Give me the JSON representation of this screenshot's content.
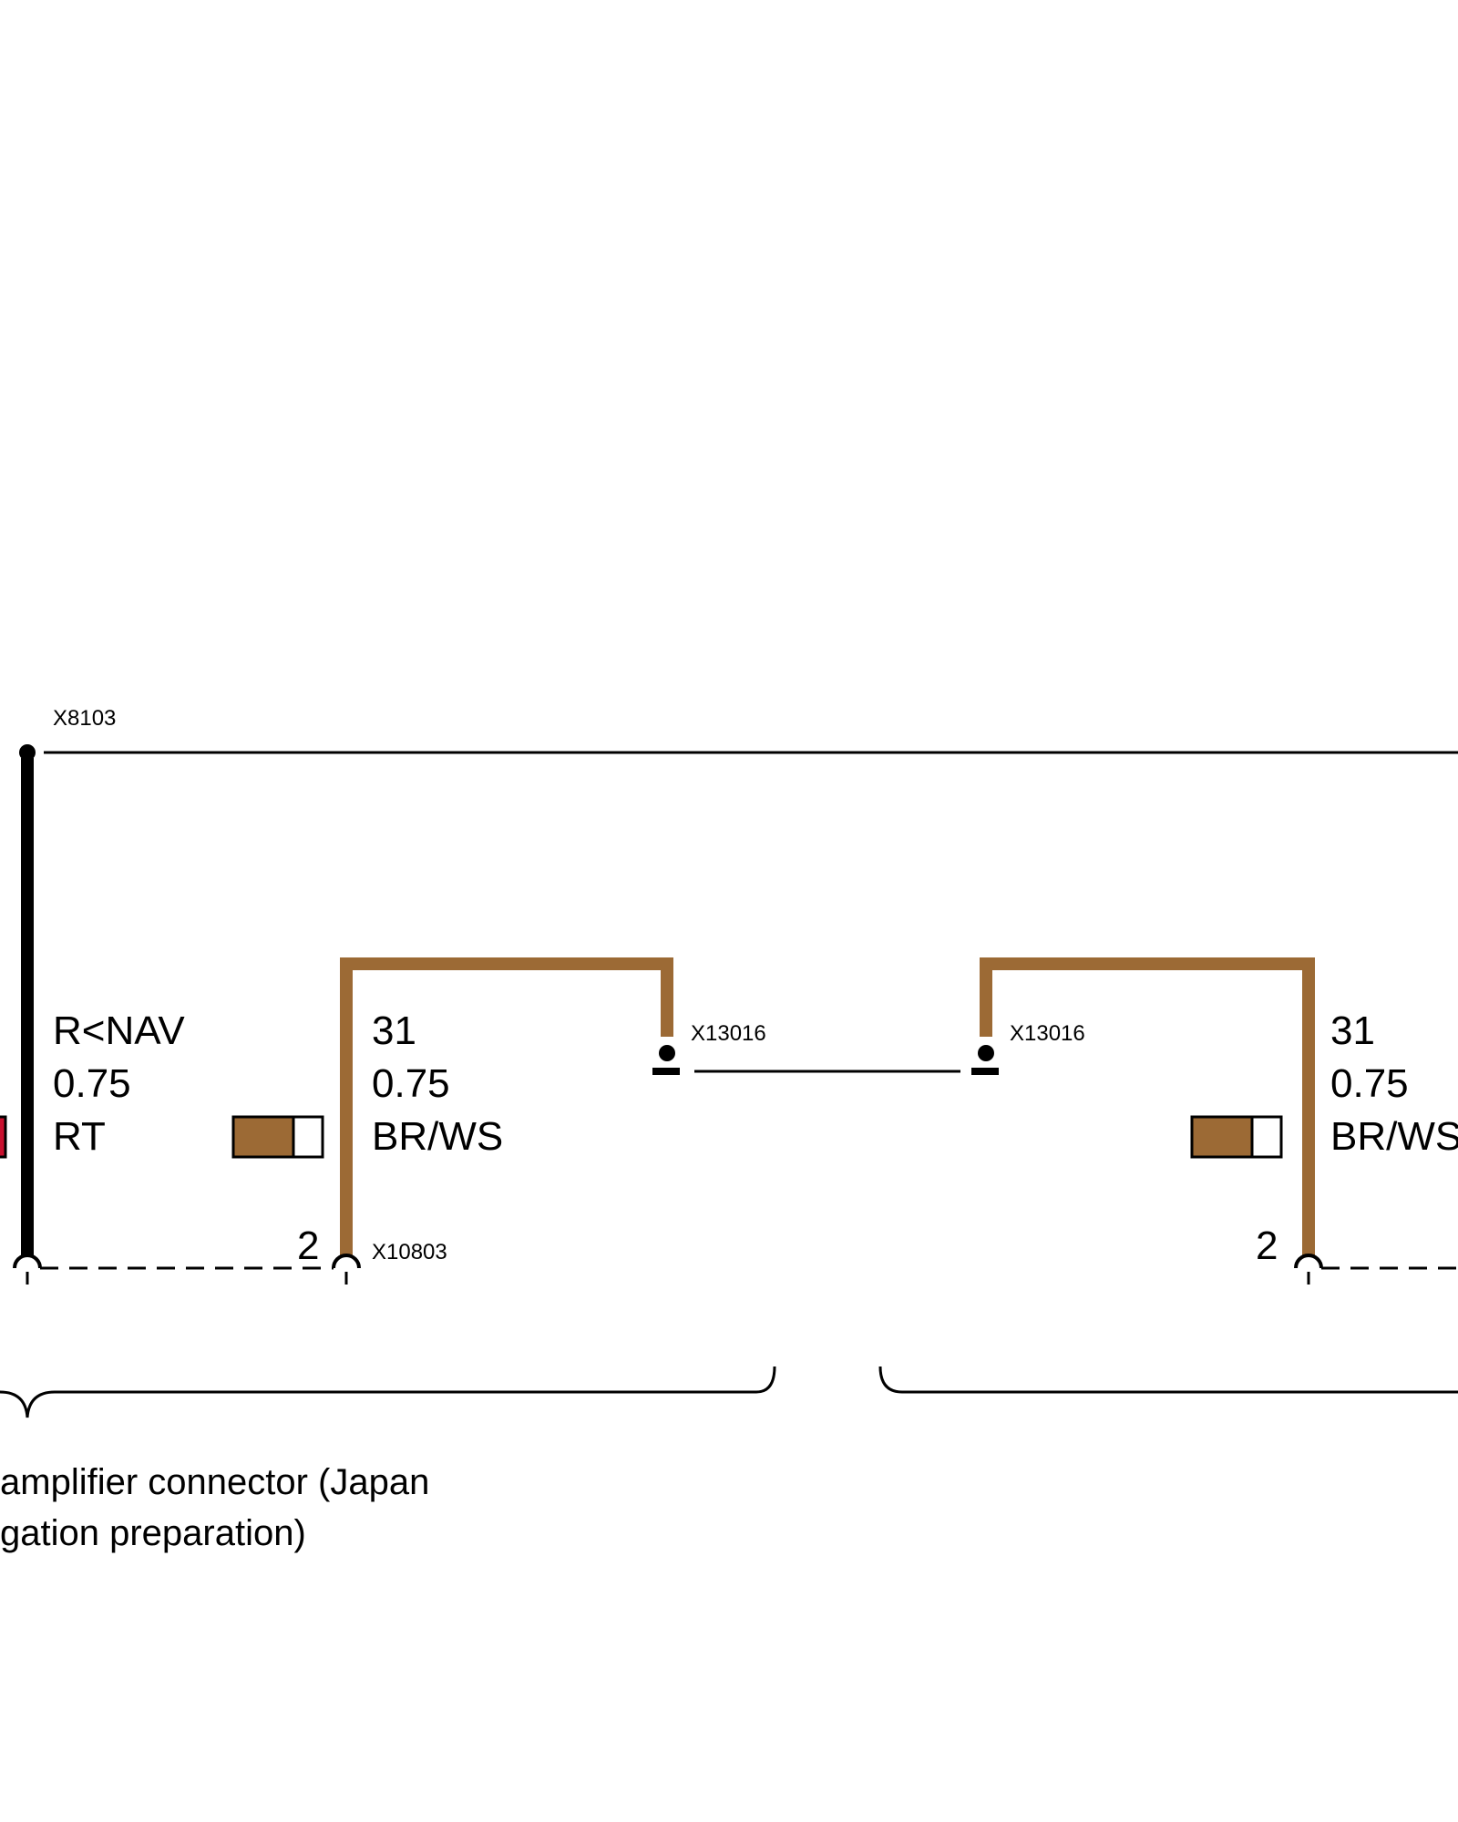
{
  "colors": {
    "line": "#000000",
    "wire_brown": "#9c6a35",
    "wire_red": "#c8102e",
    "background": "#ffffff"
  },
  "connectors": {
    "top_left": "X8103",
    "top_middle_left": "X13016",
    "top_middle_right": "X13016",
    "bottom_middle": "X10803"
  },
  "wires": {
    "left": {
      "function": "R<NAV",
      "gauge": "0.75",
      "color_code": "RT"
    },
    "middle": {
      "function": "31",
      "gauge": "0.75",
      "color_code": "BR/WS"
    },
    "right": {
      "function": "31",
      "gauge": "0.75",
      "color_code": "BR/WS"
    }
  },
  "pins": {
    "middle": "2",
    "right": "2"
  },
  "caption": {
    "line1": "amplifier connector (Japan",
    "line2": "gation preparation)"
  }
}
